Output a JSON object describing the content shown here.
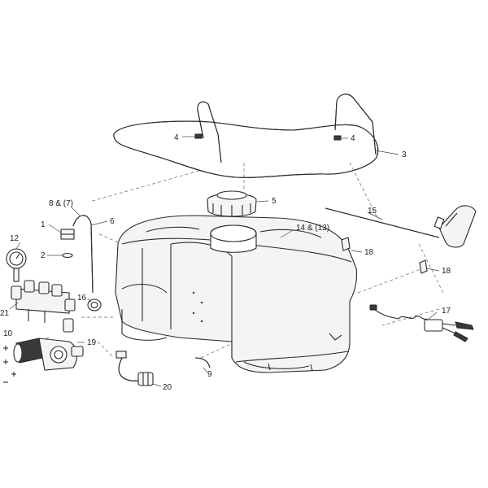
{
  "callouts": {
    "c4a": "4",
    "c4b": "4",
    "c3": "3",
    "c5": "5",
    "c8": "8 & (7)",
    "c1": "1",
    "c6": "6",
    "c14": "14 & (13)",
    "c15": "15",
    "c12": "12",
    "c2": "2",
    "c18a": "18",
    "c18b": "18",
    "c17": "17",
    "c16": "16",
    "c21": "21",
    "c10": "10",
    "c19": "19",
    "c9": "9",
    "c20": "20"
  }
}
